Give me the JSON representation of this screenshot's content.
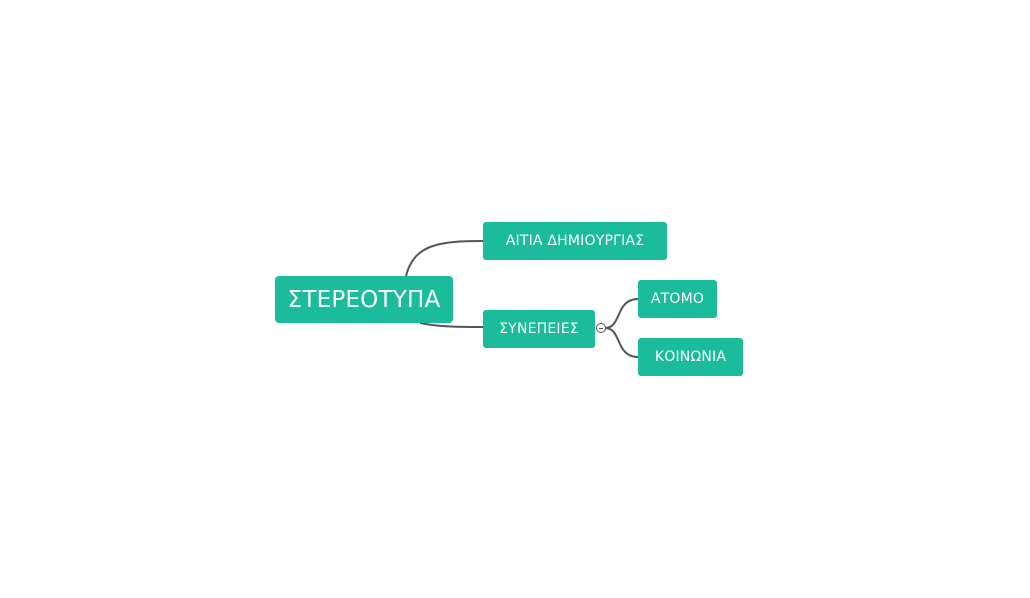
{
  "mindmap": {
    "root": {
      "label": "ΣΤΕΡΕΟΤΥΠΑ"
    },
    "branches": {
      "causes": {
        "label": "ΑΙΤΙΑ ΔΗΜΙΟΥΡΓΙΑΣ"
      },
      "consequences": {
        "label": "ΣΥΝΕΠΕΙΕΣ",
        "expanded": true,
        "children": [
          {
            "label": "ΑΤΟΜΟ"
          },
          {
            "label": "ΚΟΙΝΩΝΙΑ"
          }
        ]
      }
    }
  },
  "colors": {
    "node_fill": "#1bbc9b",
    "node_text": "#ffffff",
    "connector": "#555555",
    "background": "#ffffff"
  }
}
